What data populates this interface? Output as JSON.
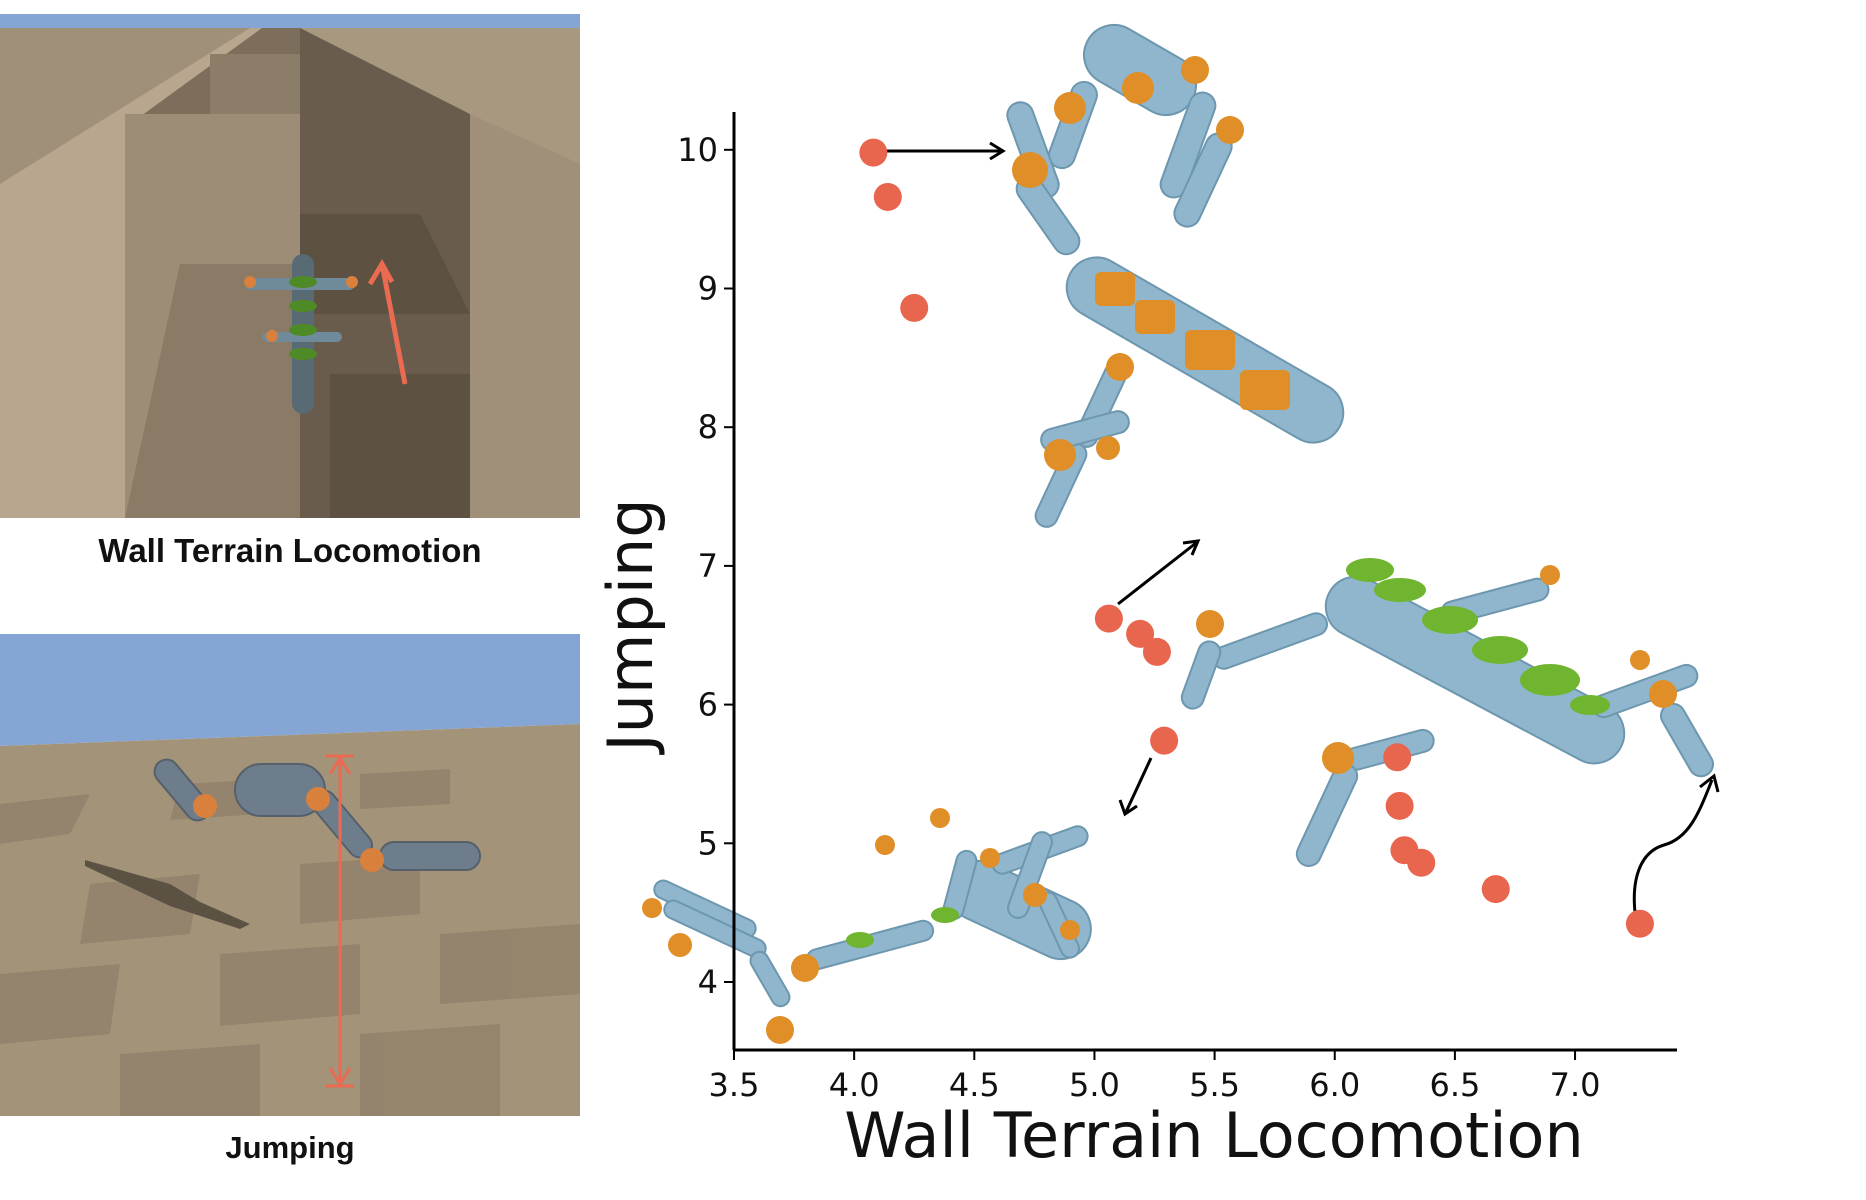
{
  "panels": {
    "wall_caption": "Wall Terrain Locomotion",
    "jump_caption": "Jumping"
  },
  "colors": {
    "point": "#e8654e",
    "limb": "#8fb6cc",
    "joint_orange": "#e08e28",
    "joint_green": "#6fb52f",
    "sky": "#85a5d4",
    "floor": "#9e8e79",
    "arrow": "#000000"
  },
  "chart_data": {
    "type": "scatter",
    "xlabel": "Wall Terrain Locomotion",
    "ylabel": "Jumping",
    "xlim": [
      3.5,
      7.4
    ],
    "ylim": [
      3.5,
      10.28
    ],
    "xticks": [
      "3.5",
      "4.0",
      "4.5",
      "5.0",
      "5.5",
      "6.0",
      "6.5",
      "7.0"
    ],
    "yticks": [
      "4",
      "5",
      "6",
      "7",
      "8",
      "9",
      "10"
    ],
    "grid": false,
    "points": [
      {
        "x": 4.08,
        "y": 9.98
      },
      {
        "x": 4.14,
        "y": 9.66
      },
      {
        "x": 4.25,
        "y": 8.86
      },
      {
        "x": 5.06,
        "y": 6.62
      },
      {
        "x": 5.19,
        "y": 6.51
      },
      {
        "x": 5.26,
        "y": 6.38
      },
      {
        "x": 5.29,
        "y": 5.74
      },
      {
        "x": 6.26,
        "y": 5.62
      },
      {
        "x": 6.27,
        "y": 5.27
      },
      {
        "x": 6.29,
        "y": 4.95
      },
      {
        "x": 6.36,
        "y": 4.86
      },
      {
        "x": 6.67,
        "y": 4.67
      },
      {
        "x": 7.27,
        "y": 4.42
      }
    ]
  }
}
